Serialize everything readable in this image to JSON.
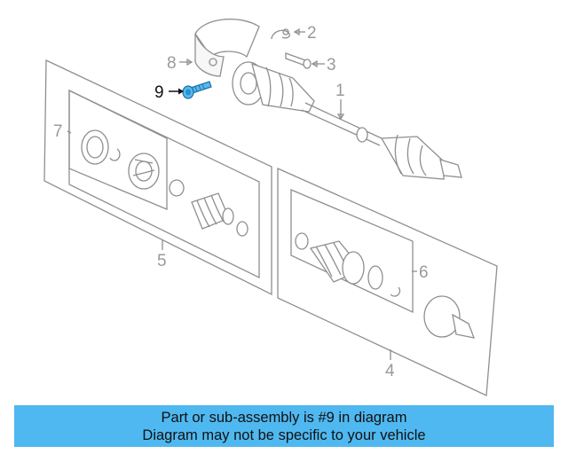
{
  "diagram": {
    "callouts": {
      "c1": "1",
      "c2": "2",
      "c3": "3",
      "c4": "4",
      "c5": "5",
      "c6": "6",
      "c7": "7",
      "c8": "8",
      "c9": "9"
    },
    "highlighted_part": "9",
    "highlight_color": "#56b9ee"
  },
  "banner": {
    "line1": "Part or sub-assembly is #9 in diagram",
    "line2": "Diagram may not be specific to your vehicle",
    "background": "#4fb8f0"
  }
}
